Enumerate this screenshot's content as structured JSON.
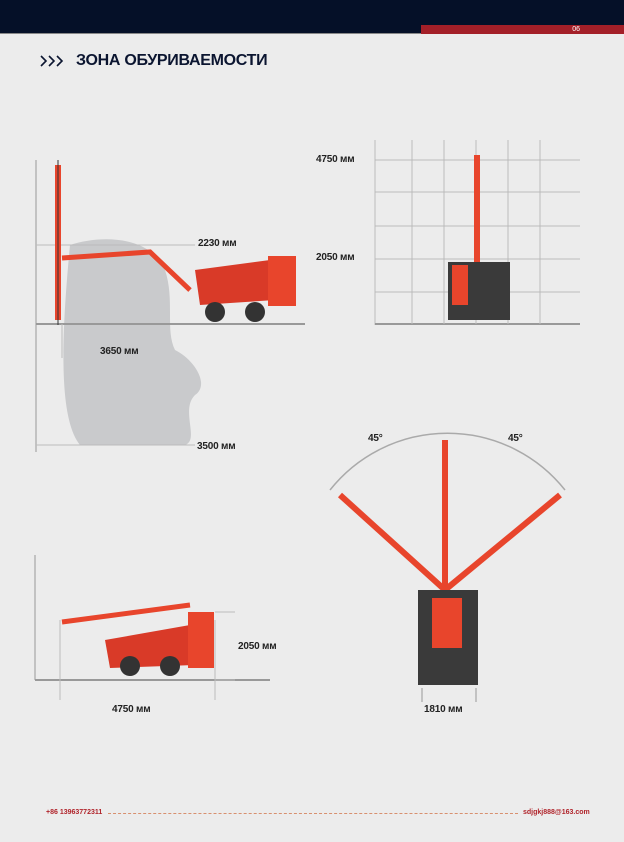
{
  "header": {
    "page_number": "06"
  },
  "title": "ЗОНА ОБУРИВАЕМОСТИ",
  "side_view": {
    "height_label": "2230 мм",
    "reach_label": "3650 мм",
    "depth_label": "3500 мм"
  },
  "front_view": {
    "top_label": "4750 мм",
    "mid_label": "2050 мм"
  },
  "top_view": {
    "left_angle": "45°",
    "right_angle": "45°",
    "width_label": "1810 мм"
  },
  "transport_view": {
    "height_label": "2050 мм",
    "length_label": "4750 мм"
  },
  "footer": {
    "phone": "+86 13963772311",
    "email": "sdjgkj888@163.com"
  },
  "colors": {
    "navy": "#051028",
    "red": "#a31f28",
    "machine": "#e8452c"
  }
}
